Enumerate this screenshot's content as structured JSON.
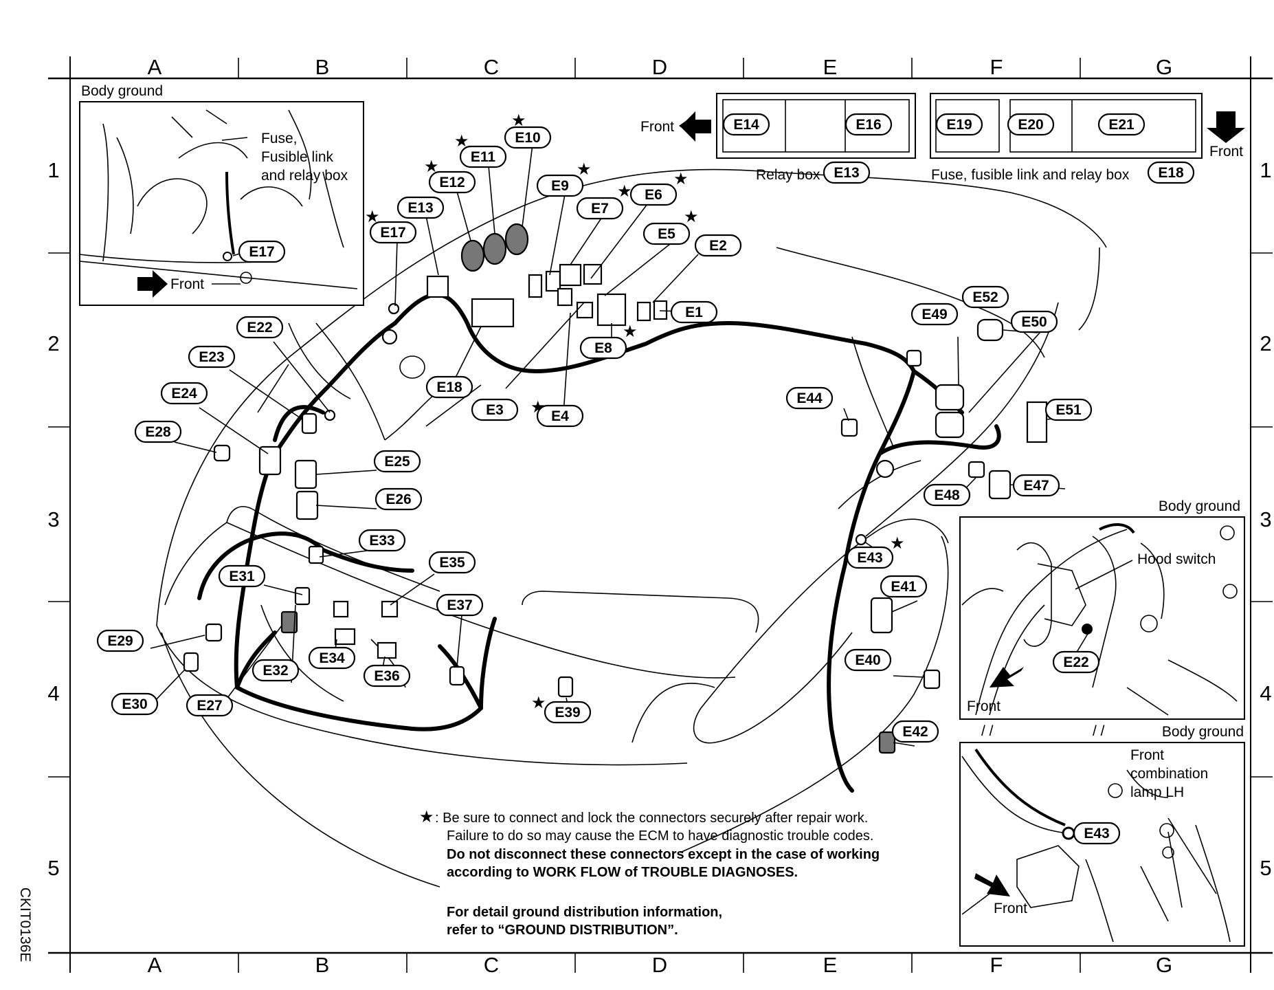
{
  "grid": {
    "columns": [
      "A",
      "B",
      "C",
      "D",
      "E",
      "F",
      "G"
    ],
    "rows": [
      "1",
      "2",
      "3",
      "4",
      "5"
    ]
  },
  "side_code": "CKIT0136E",
  "insets": {
    "top_left": {
      "title": "Body ground",
      "callout_lines": [
        "Fuse,",
        "Fusible link",
        "and relay box"
      ],
      "arrow_label": "Front",
      "connector": "E17"
    },
    "hood_switch": {
      "title": "Body ground",
      "callout": "Hood switch",
      "arrow_label": "Front",
      "connector": "E22"
    },
    "front_lamp": {
      "title": "Body ground",
      "callout_lines": [
        "Front",
        "combination",
        "lamp LH"
      ],
      "arrow_label": "Front",
      "connector": "E43"
    }
  },
  "relay_box": {
    "front_label": "Front",
    "connectors": [
      "E14",
      "E16"
    ],
    "caption": "Relay box",
    "caption_connector": "E13"
  },
  "fuse_box": {
    "front_label": "Front",
    "connectors": [
      "E19",
      "E20",
      "E21"
    ],
    "caption": "Fuse, fusible link and relay box",
    "caption_connector": "E18"
  },
  "connectors": [
    "E1",
    "E2",
    "E3",
    "E4",
    "E5",
    "E6",
    "E7",
    "E8",
    "E9",
    "E10",
    "E11",
    "E12",
    "E13",
    "E17",
    "E18",
    "E22",
    "E23",
    "E24",
    "E25",
    "E26",
    "E27",
    "E28",
    "E29",
    "E30",
    "E31",
    "E32",
    "E33",
    "E34",
    "E35",
    "E36",
    "E37",
    "E39",
    "E40",
    "E41",
    "E42",
    "E43",
    "E44",
    "E47",
    "E48",
    "E49",
    "E50",
    "E51",
    "E52"
  ],
  "starred_connectors": [
    "E10",
    "E11",
    "E12",
    "E9",
    "E6",
    "E5",
    "E17",
    "E8",
    "E4",
    "E43",
    "E39"
  ],
  "notes": {
    "star_symbol": "★",
    "line1": ": Be sure to connect and lock the connectors securely after repair work.",
    "line2": "Failure to do so may cause the ECM to have diagnostic trouble codes.",
    "line3": "Do not disconnect these connectors except in the case of working",
    "line4": "according to WORK FLOW of TROUBLE DIAGNOSES.",
    "line5": "For detail ground distribution information,",
    "line6": "refer to “GROUND DISTRIBUTION”."
  }
}
